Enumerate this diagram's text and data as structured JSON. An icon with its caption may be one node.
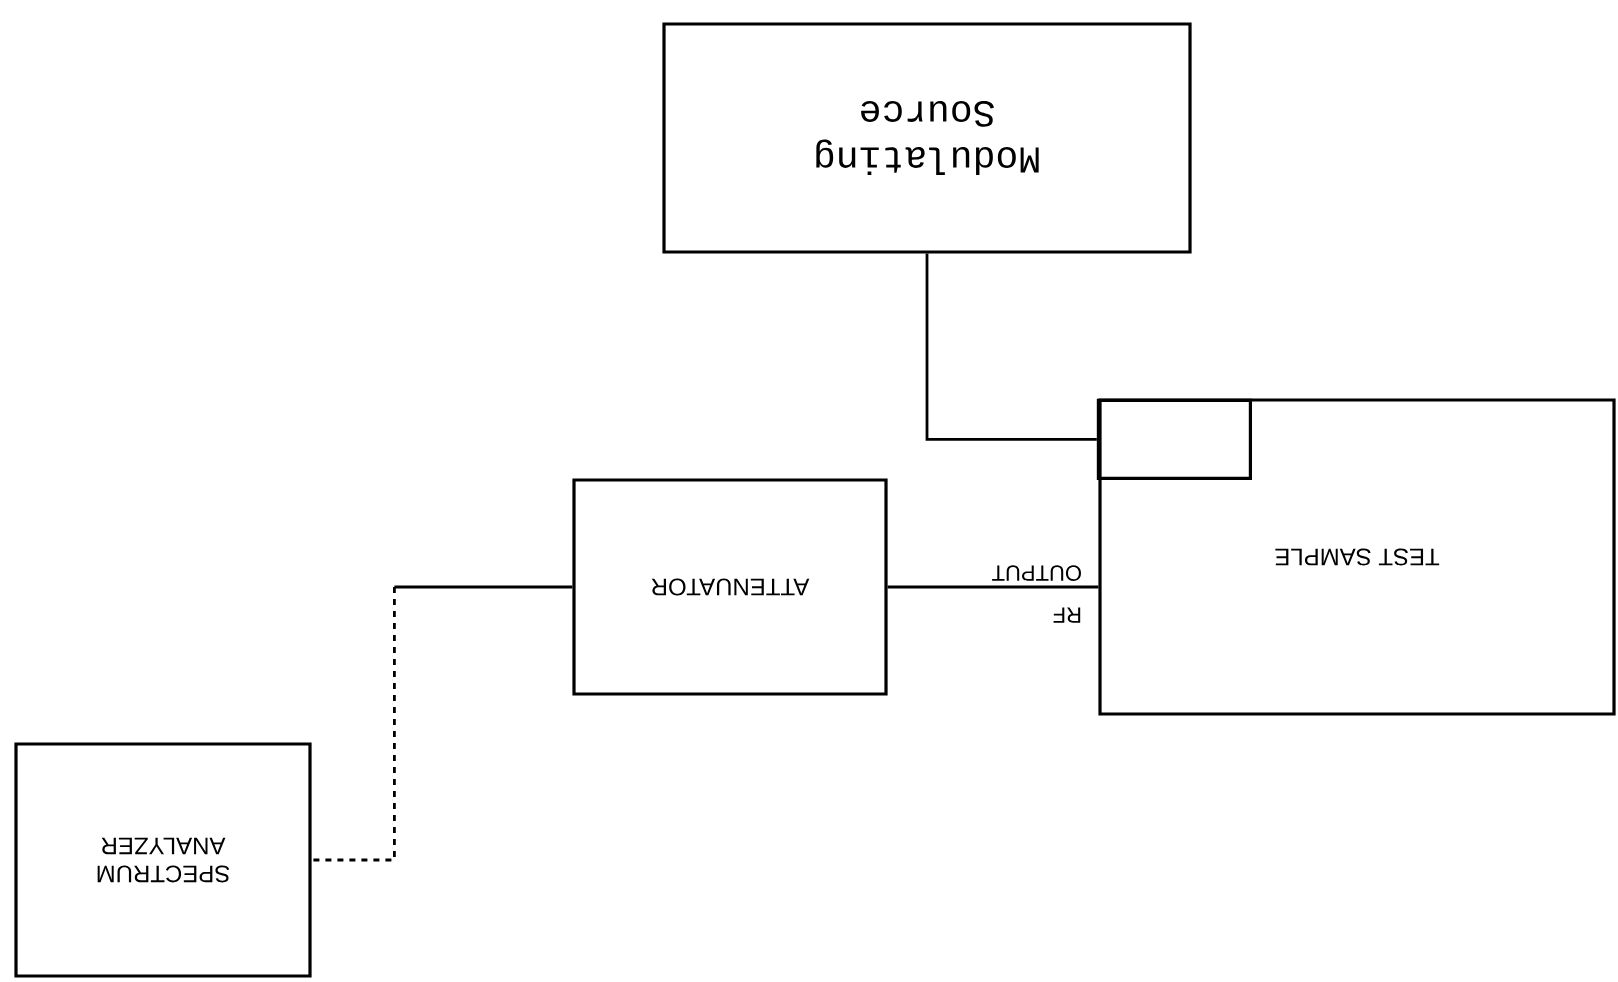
{
  "diagram": {
    "nodes": [
      {
        "text": [
          "Modulating Source"
        ]
      },
      {
        "text": [
          "TEST SAMPLE"
        ]
      },
      {
        "text": [],
        "shape": "box",
        "in": 1
      },
      {
        "text": [
          "ATTENUATOR"
        ]
      },
      {
        "text": [
          "SPECTRUM ANALYZER"
        ]
      }
    ],
    "edges": [
      {
        "from": 0,
        "to": 2,
        "arrow": "none"
      },
      {
        "from": 3,
        "to": 1,
        "arrow": "none"
      },
      {
        "from": 3,
        "to": 4,
        "arrow": "none",
        "style": "dashed"
      }
    ],
    "labels": [
      "RF OUTPUT"
    ]
  }
}
